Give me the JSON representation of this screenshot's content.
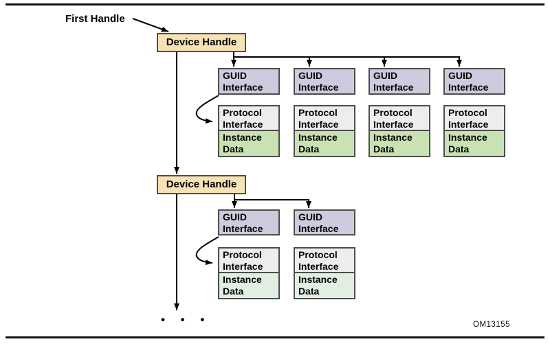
{
  "figure": {
    "first_handle_label": "First Handle",
    "code_label": "OM13155",
    "ellipsis": "• • •"
  },
  "handles": {
    "device1_label": "Device Handle",
    "device2_label": "Device Handle"
  },
  "group1": {
    "columns": [
      {
        "guid": "GUID\nInterface",
        "protocol": "Protocol\nInterface",
        "instance": "Instance\nData"
      },
      {
        "guid": "GUID\nInterface",
        "protocol": "Protocol\nInterface",
        "instance": "Instance\nData"
      },
      {
        "guid": "GUID\nInterface",
        "protocol": "Protocol\nInterface",
        "instance": "Instance\nData"
      },
      {
        "guid": "GUID\nInterface",
        "protocol": "Protocol\nInterface",
        "instance": "Instance\nData"
      }
    ]
  },
  "group2": {
    "columns": [
      {
        "guid": "GUID\nInterface",
        "protocol": "Protocol\nInterface",
        "instance": "Instance\nData"
      },
      {
        "guid": "GUID\nInterface",
        "protocol": "Protocol\nInterface",
        "instance": "Instance\nData"
      }
    ]
  },
  "colors": {
    "device_fill": "#f7e2b5",
    "guid_fill": "#ccccde",
    "protocol_fill": "#ededed",
    "instance_fill_group1": "#c9e2b4",
    "instance_fill_group2": "#e1efe2",
    "box_border": "#4d4d4d",
    "line": "#000000"
  }
}
